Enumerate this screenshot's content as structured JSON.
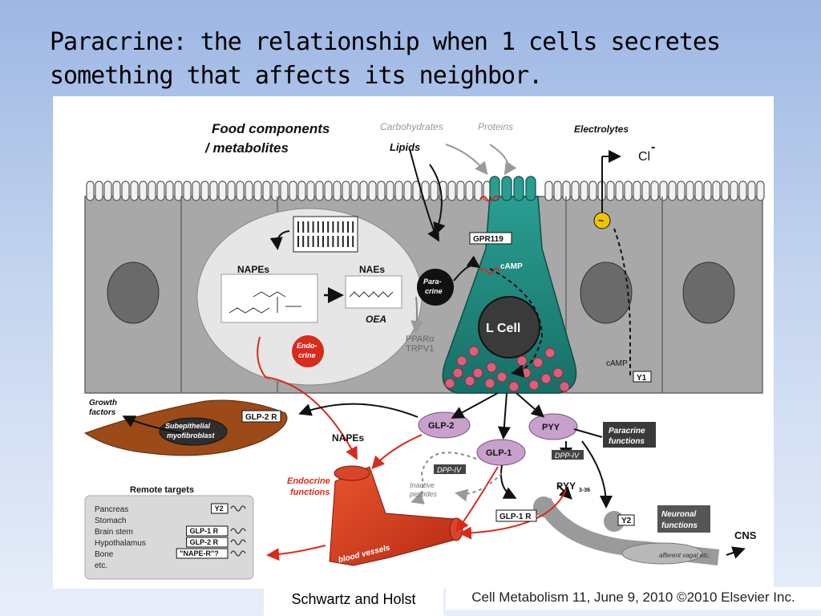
{
  "slide": {
    "title": "Paracrine: the relationship when 1 cells secretes something that affects its neighbor.",
    "credit": "Schwartz and Holst",
    "citation": "Cell Metabolism 11, June 9, 2010 ©2010 Elsevier Inc."
  },
  "diagram": {
    "food_components": "Food components",
    "metabolites": "/ metabolites",
    "carbohydrates": "Carbohydrates",
    "proteins": "Proteins",
    "lipids": "Lipids",
    "electrolytes": "Electrolytes",
    "chloride": "Cl",
    "chloride_charge": "-",
    "napes": "NAPEs",
    "naes": "NAEs",
    "oea": "OEA",
    "para_crine": "Para-",
    "para_crine2": "crine",
    "ppar": "PPARα",
    "trpv1": "TRPV1",
    "endo_crine": "Endo-",
    "endo_crine2": "crine",
    "gpr119": "GPR119",
    "camp_up": "cAMP",
    "l_cell": "L Cell",
    "camp_down": "cAMP",
    "y1": "Y1",
    "growth_factors": "Growth",
    "growth_factors2": "factors",
    "subepithelial": "Subepithelial",
    "myofibroblast": "myofibroblast",
    "glp2r_top": "GLP-2 R",
    "glp2": "GLP-2",
    "glp1": "GLP-1",
    "pyy": "PYY",
    "napes_lower": "NAPEs",
    "paracrine_functions": "Paracrine",
    "paracrine_functions2": "functions",
    "dpp_iv_left": "DPP-IV",
    "dpp_iv_right": "DPP-IV",
    "inactive_peptides": "Inactive",
    "inactive_peptides2": "peptides",
    "endocrine_functions": "Endocrine",
    "endocrine_functions2": "functions",
    "pyy336": "PYY",
    "pyy336_sub": "3-36",
    "glp1r": "GLP-1 R",
    "y2_right": "Y2",
    "neuronal_functions": "Neuronal",
    "neuronal_functions2": "functions",
    "cns": "CNS",
    "afferent_vagal": "afferent vagal etc.",
    "blood_vessels": "blood vessels",
    "remote_targets": "Remote targets",
    "targets": [
      {
        "organ": "Pancreas",
        "receptor": "Y2"
      },
      {
        "organ": "Stomach",
        "receptor": ""
      },
      {
        "organ": "Brain stem",
        "receptor": "GLP-1 R"
      },
      {
        "organ": "Hypothalamus",
        "receptor": "GLP-2 R"
      },
      {
        "organ": "Bone",
        "receptor": "\"NAPE-R\"?"
      },
      {
        "organ": "etc.",
        "receptor": ""
      }
    ],
    "colors": {
      "cell_gray": "#a3a3a3",
      "l_cell_teal": "#1e8a80",
      "granule_pink": "#d9607a",
      "hormone_purple": "#c7a0cc",
      "red_arrow": "#d92a1c",
      "fibroblast_brown": "#9c4a18",
      "vessel_red": "#d63a1e"
    }
  }
}
